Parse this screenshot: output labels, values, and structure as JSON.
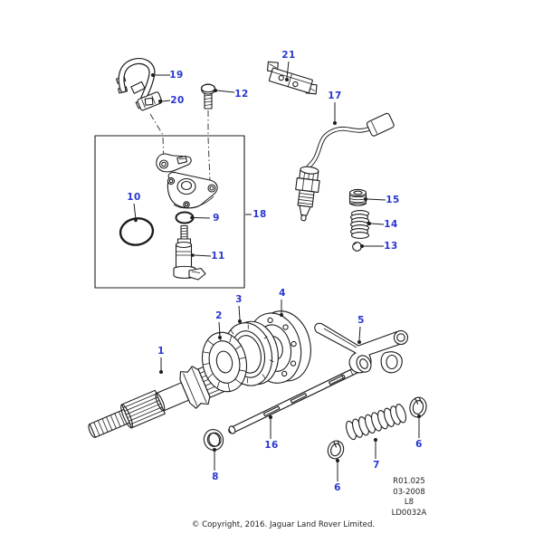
{
  "diagram": {
    "callouts": {
      "c1": "1",
      "c2": "2",
      "c3": "3",
      "c4": "4",
      "c5": "5",
      "c6a": "6",
      "c6b": "6",
      "c7": "7",
      "c8": "8",
      "c9": "9",
      "c10": "10",
      "c11": "11",
      "c12": "12",
      "c13": "13",
      "c14": "14",
      "c15": "15",
      "c16": "16",
      "c17": "17",
      "c18": "18",
      "c19": "19",
      "c20": "20",
      "c21": "21"
    },
    "colors": {
      "callout": "#2936d2",
      "line": "#1c1c1c",
      "background": "#ffffff"
    },
    "title_block": {
      "revision": "R01.025",
      "date": "03-2008",
      "sheet": "L8",
      "drawing_no": "LD0032A"
    },
    "footer": {
      "copyright": "© Copyright, 2016. Jaguar Land Rover Limited."
    }
  }
}
